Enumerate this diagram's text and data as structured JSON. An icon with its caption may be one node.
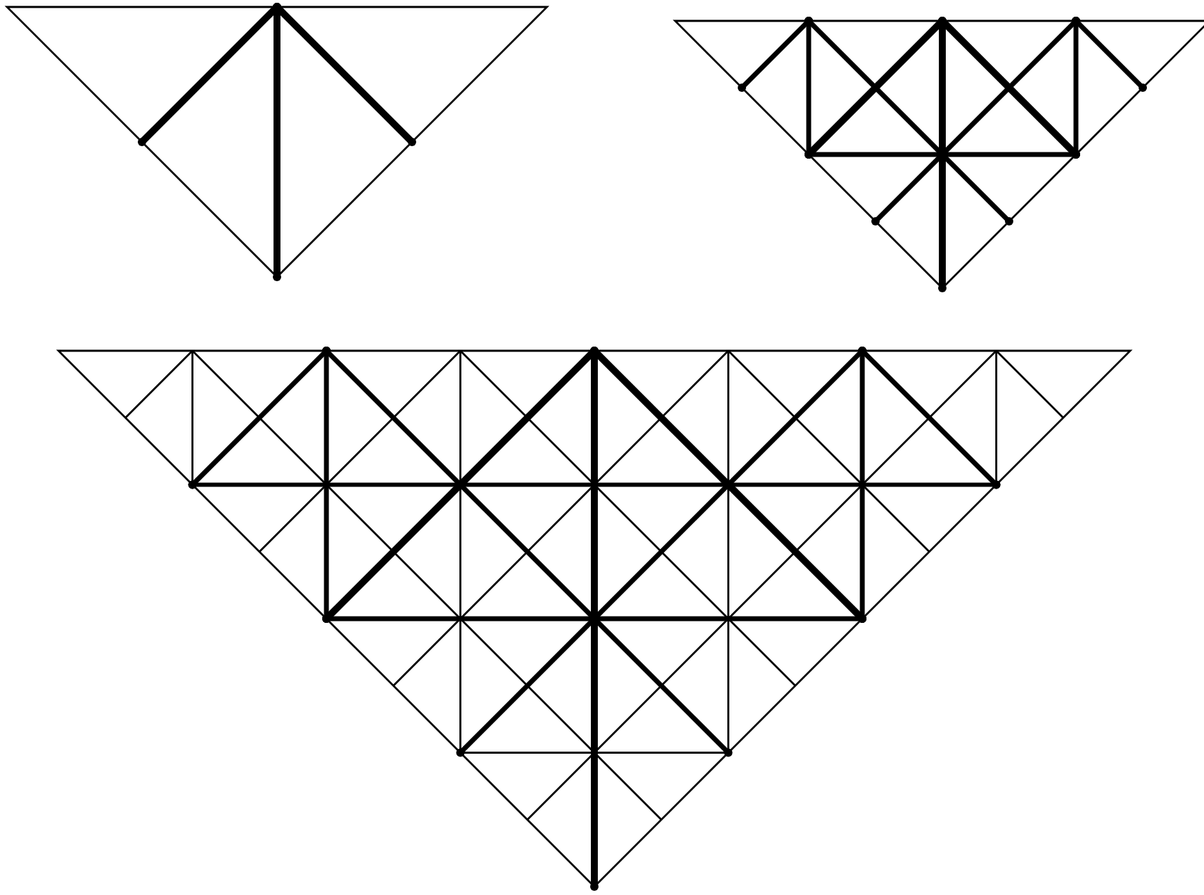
{
  "diagram": {
    "nodes": [
      {
        "text": [],
        "shape": "triangle"
      },
      {
        "text": [],
        "shape": "triangle"
      },
      {
        "text": [],
        "shape": "triangle"
      }
    ]
  }
}
